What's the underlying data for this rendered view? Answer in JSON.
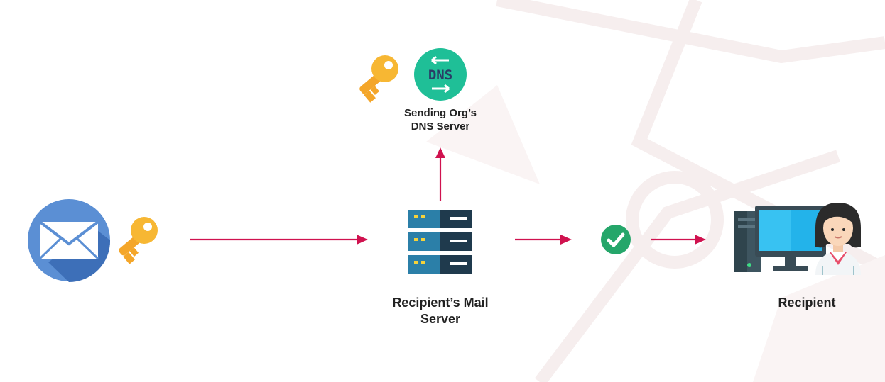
{
  "diagram": {
    "dns_server": {
      "label": "Sending Org’s\nDNS Server",
      "badge_text": "DNS"
    },
    "mail_server": {
      "label": "Recipient’s Mail\nServer"
    },
    "recipient": {
      "label": "Recipient"
    },
    "icons": {
      "envelope": "envelope-icon",
      "key_sender": "key-icon",
      "key_dns": "key-icon",
      "dns": "dns-icon",
      "server": "server-rack-icon",
      "check": "checkmark-icon",
      "computer": "desktop-computer-icon",
      "person": "person-avatar-icon"
    },
    "colors": {
      "arrow": "#d0124f",
      "envelope_circle": "#5b8fd4",
      "key": "#f7b733",
      "dns_circle": "#1fbf97",
      "server_dark": "#1f3a4d",
      "server_light": "#2b7fa8",
      "check": "#25a66a",
      "monitor": "#23b3ea"
    }
  }
}
